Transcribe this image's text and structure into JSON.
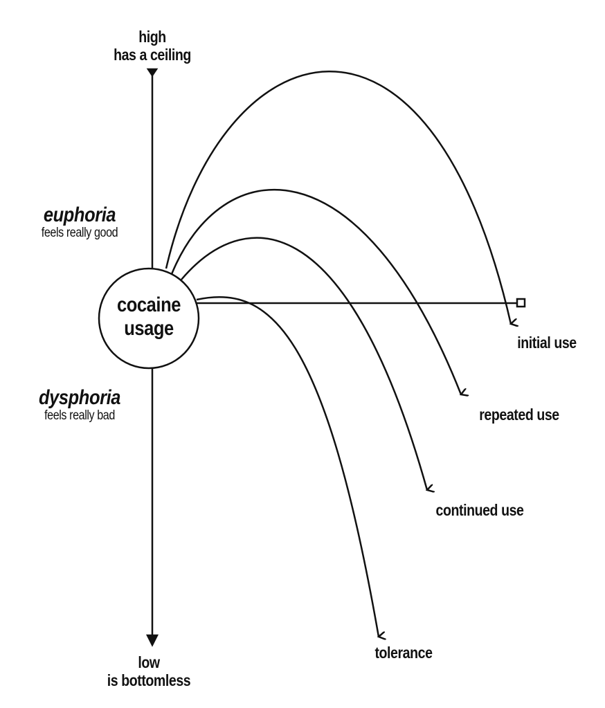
{
  "axis": {
    "top_label": "high",
    "top_sub": "has a ceiling",
    "bottom_label": "low",
    "bottom_sub": "is bottomless"
  },
  "regions": {
    "upper_label": "euphoria",
    "upper_sub": "feels really good",
    "lower_label": "dysphoria",
    "lower_sub": "feels really bad"
  },
  "center": {
    "line1": "cocaine",
    "line2": "usage"
  },
  "curves": [
    {
      "label": "initial use"
    },
    {
      "label": "repeated use"
    },
    {
      "label": "continued use"
    },
    {
      "label": "tolerance"
    }
  ],
  "colors": {
    "stroke": "#111111",
    "background": "#ffffff"
  }
}
